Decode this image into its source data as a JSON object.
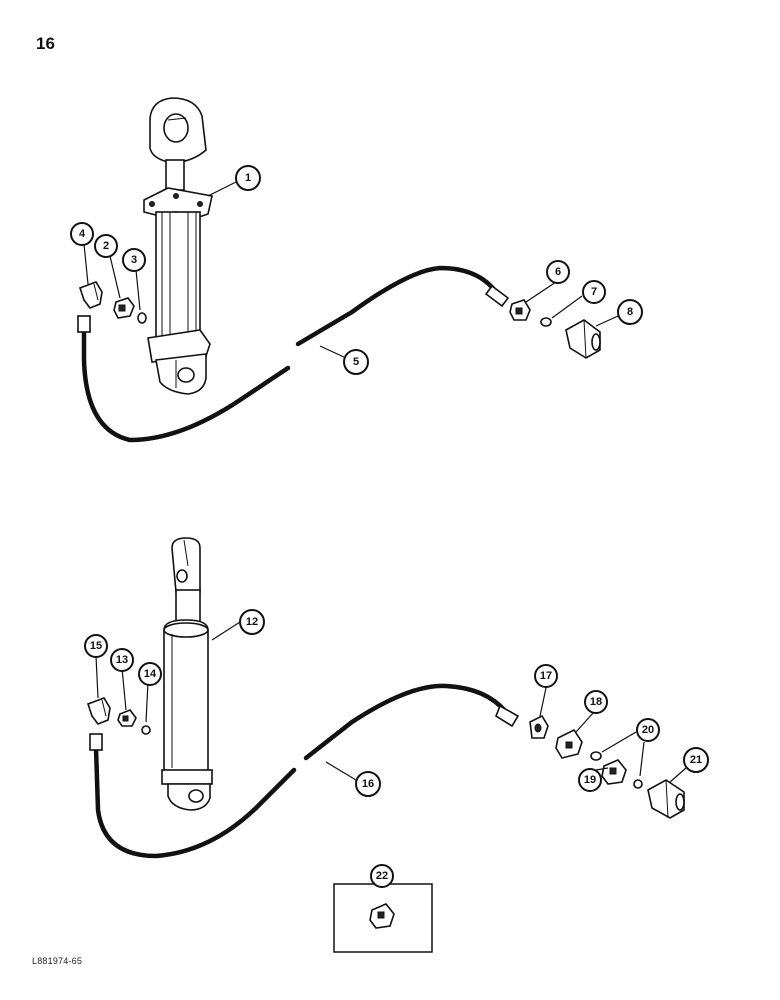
{
  "page": {
    "number": "16",
    "figure_code": "L881974-65"
  },
  "callouts": {
    "c1": "1",
    "c2": "2",
    "c3": "3",
    "c4": "4",
    "c5": "5",
    "c6": "6",
    "c7": "7",
    "c8": "8",
    "c12": "12",
    "c13": "13",
    "c14": "14",
    "c15": "15",
    "c16": "16",
    "c17": "17",
    "c18": "18",
    "c19": "19",
    "c20": "20",
    "c21": "21",
    "c22": "22"
  }
}
